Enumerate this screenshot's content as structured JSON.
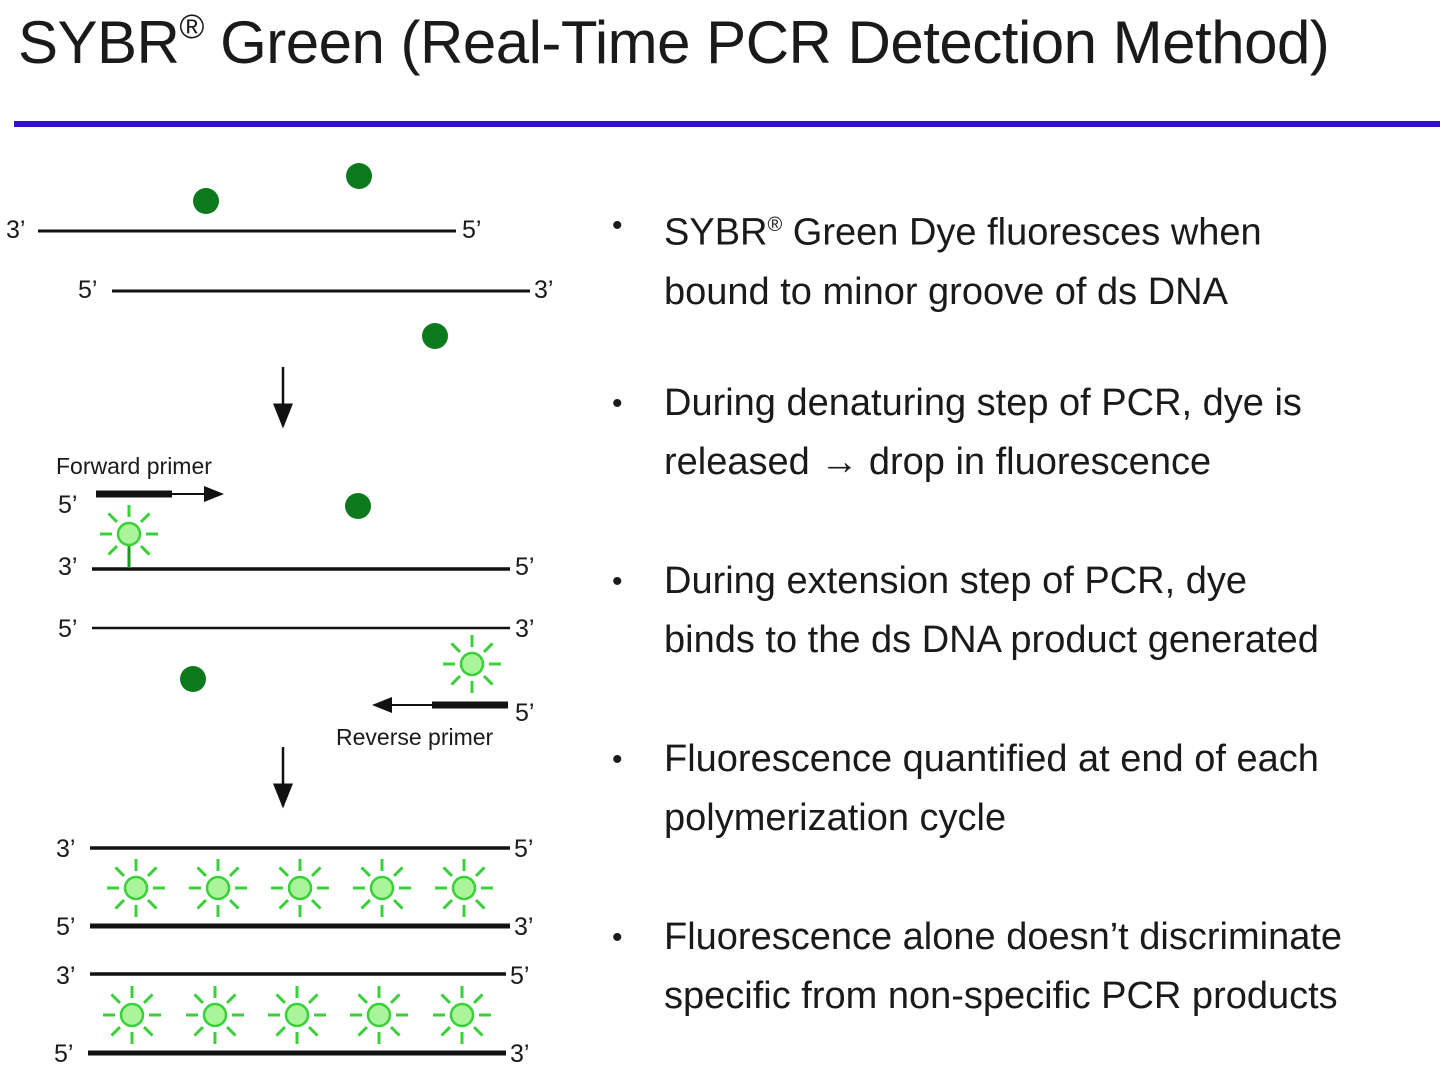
{
  "title": {
    "main": "SYBR",
    "reg": "®",
    "rest": " Green (Real-Time PCR Detection Method)"
  },
  "diagram": {
    "end_labels": {
      "three_prime": "3’",
      "five_prime": "5’"
    },
    "forward_primer_label": "Forward primer",
    "reverse_primer_label": "Reverse primer",
    "colors": {
      "dye_dark": "#0c7a1c",
      "dye_glow": "#39d039",
      "dye_glow_fill": "#aaf59a",
      "strand": "#111111"
    }
  },
  "bullets": [
    {
      "line1_pre": "SYBR",
      "reg": "®",
      "line1_post": " Green Dye fluoresces when",
      "line2": "bound to minor groove of ds DNA"
    },
    {
      "line1_pre": "During denaturing step of PCR, dye is",
      "reg": "",
      "line1_post": "",
      "line2": "released → drop in fluorescence"
    },
    {
      "line1_pre": "During extension step of PCR, dye",
      "reg": "",
      "line1_post": "",
      "line2": "binds to the ds DNA product generated"
    },
    {
      "line1_pre": "Fluorescence quantified at end of each",
      "reg": "",
      "line1_post": "",
      "line2": "polymerization cycle"
    },
    {
      "line1_pre": "Fluorescence alone doesn’t discriminate",
      "reg": "",
      "line1_post": "",
      "line2": "specific from non-specific PCR products"
    }
  ],
  "bullet_char": "•"
}
